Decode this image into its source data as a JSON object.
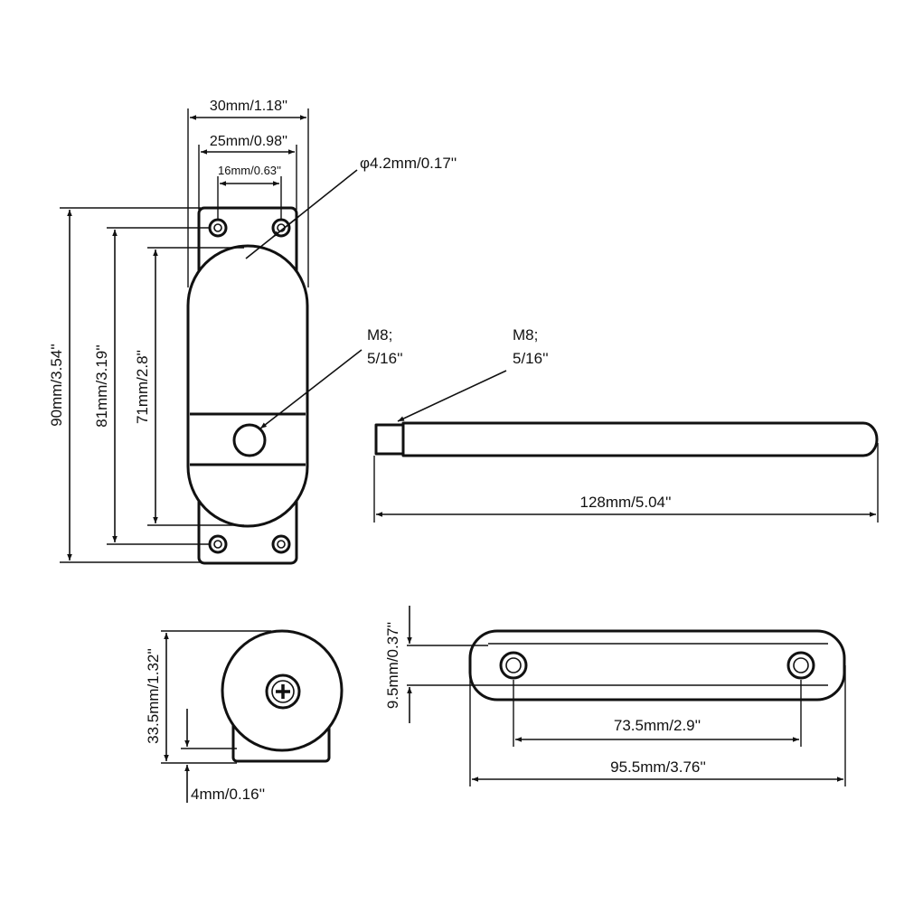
{
  "colors": {
    "ink": "#111111",
    "background": "#ffffff"
  },
  "front_view": {
    "width_outer": "30mm/1.18''",
    "width_mid": "25mm/0.98''",
    "hole_spacing": "16mm/0.63''",
    "hole_diameter": "φ4.2mm/0.17''",
    "height_total": "90mm/3.54''",
    "height_holes": "81mm/3.19''",
    "height_body": "71mm/2.8''",
    "shaft_line1": "M8;",
    "shaft_line2": "5/16''"
  },
  "arm_view": {
    "shaft_line1": "M8;",
    "shaft_line2": "5/16''",
    "length": "128mm/5.04''"
  },
  "side_view": {
    "height": "33.5mm/1.32''",
    "base_thickness": "4mm/0.16''"
  },
  "bracket_view": {
    "thickness": "9.5mm/0.37''",
    "hole_spacing": "73.5mm/2.9''",
    "length": "95.5mm/3.76''"
  }
}
